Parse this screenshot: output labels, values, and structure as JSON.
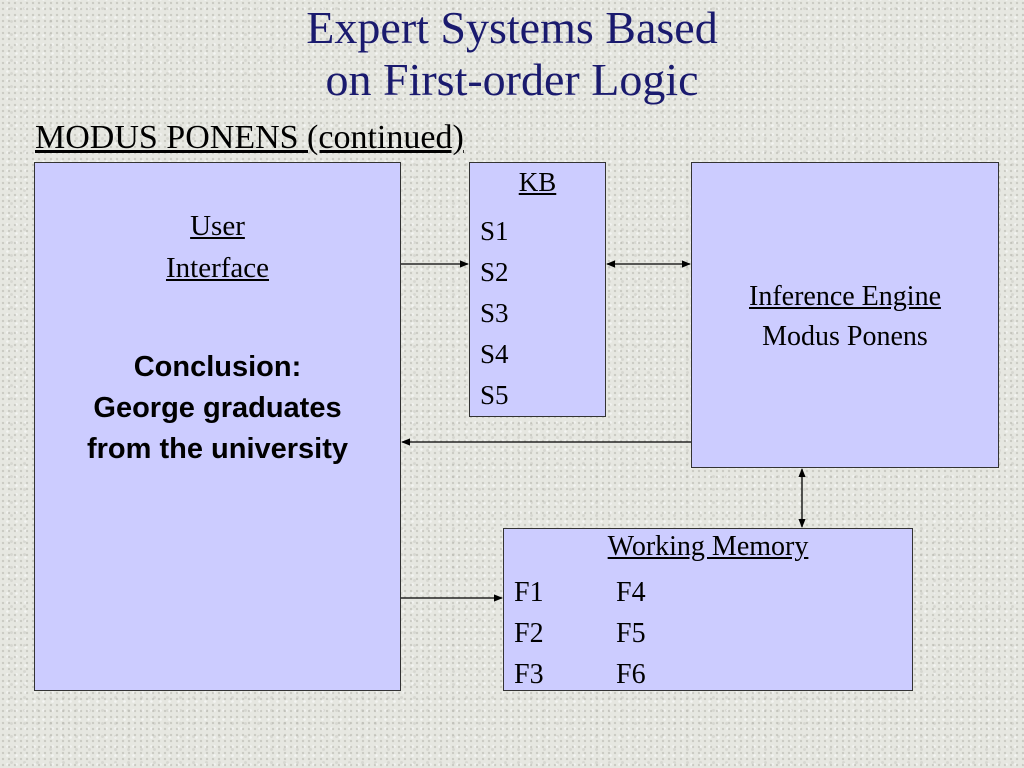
{
  "title": {
    "line1": "Expert Systems Based",
    "line2": "on First-order Logic"
  },
  "subtitle": "MODUS PONENS (continued)",
  "user_interface": {
    "label_line1": "User",
    "label_line2": "Interface",
    "conclusion_line1": "Conclusion:",
    "conclusion_line2": "George graduates",
    "conclusion_line3": "from the university"
  },
  "kb": {
    "title": "KB",
    "items": [
      "S1",
      "S2",
      "S3",
      "S4",
      "S5"
    ]
  },
  "inference_engine": {
    "line1": "Inference Engine",
    "line2": "Modus Ponens"
  },
  "working_memory": {
    "title": "Working Memory",
    "rows": [
      [
        "F1",
        "F4"
      ],
      [
        "F2",
        "F5"
      ],
      [
        "F3",
        "F6"
      ]
    ]
  },
  "colors": {
    "box_fill": "#ccccff",
    "title_color": "#1a1a6e"
  }
}
